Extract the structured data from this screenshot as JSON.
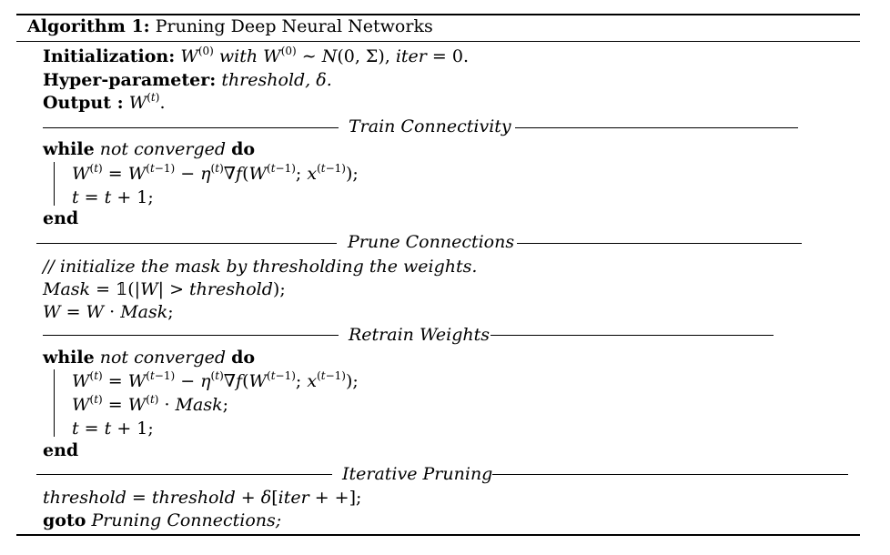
{
  "algorithm": {
    "label": "Algorithm 1:",
    "title": "Pruning Deep Neural Networks"
  },
  "header": {
    "init_label": "Initialization:",
    "init_with": "with",
    "hyper_label": "Hyper-parameter:",
    "hyper_text": "threshold, δ.",
    "output_label": "Output :"
  },
  "sections": {
    "train": "Train Connectivity",
    "prune": "Prune Connections",
    "retrain": "Retrain Weights",
    "iterative": "Iterative Pruning"
  },
  "train_block": {
    "while_kw": "while",
    "cond": "not converged",
    "do_kw": "do",
    "end_kw": "end"
  },
  "prune_block": {
    "comment": "// initialize the mask by thresholding the weights."
  },
  "retrain_block": {
    "while_kw": "while",
    "cond": "not converged",
    "do_kw": "do",
    "end_kw": "end"
  },
  "iter_block": {
    "goto_kw": "goto",
    "goto_target": "Pruning Connections;"
  }
}
